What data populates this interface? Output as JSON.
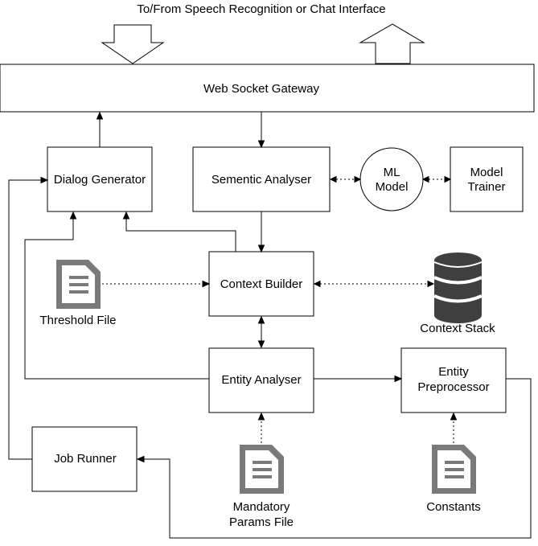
{
  "header": {
    "caption": "To/From Speech Recognition or Chat Interface"
  },
  "nodes": {
    "gateway": "Web Socket Gateway",
    "dialog_generator": "Dialog Generator",
    "semantic_analyser": "Sementic Analyser",
    "ml_model": [
      "ML",
      "Model"
    ],
    "model_trainer": [
      "Model",
      "Trainer"
    ],
    "context_builder": "Context Builder",
    "entity_analyser": "Entity Analyser",
    "entity_preprocessor": [
      "Entity",
      "Preprocessor"
    ],
    "job_runner": "Job Runner"
  },
  "resources": {
    "threshold_file": "Threshold File",
    "context_stack": "Context Stack",
    "mandatory_params_file": [
      "Mandatory",
      "Params File"
    ],
    "constants": "Constants"
  },
  "icons": {
    "file": "document-icon",
    "database": "database-icon",
    "arrow_in": "hollow-arrow-down-icon",
    "arrow_out": "hollow-arrow-up-icon"
  },
  "colors": {
    "icon_gray": "#7a7a7a",
    "database": "#3f3f3f",
    "stroke": "#000000"
  }
}
